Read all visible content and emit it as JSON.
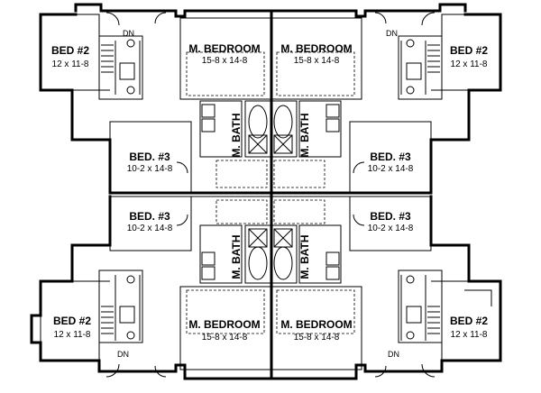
{
  "plan": {
    "units": [
      {
        "bed2": {
          "label": "BED #2",
          "dim": "12 x 11-8"
        },
        "master": {
          "label": "M. BEDROOM",
          "dim": "15-8 x 14-8"
        },
        "bath": {
          "label": "M. BATH"
        },
        "bed3": {
          "label": "BED. #3",
          "dim": "10-2 x 14-8"
        },
        "stair": {
          "label": "DN"
        }
      },
      {
        "bed2": {
          "label": "BED #2",
          "dim": "12 x 11-8"
        },
        "master": {
          "label": "M. BEDROOM",
          "dim": "15-8 x 14-8"
        },
        "bath": {
          "label": "M. BATH"
        },
        "bed3": {
          "label": "BED. #3",
          "dim": "10-2 x 14-8"
        },
        "stair": {
          "label": "DN"
        }
      },
      {
        "bed2": {
          "label": "BED #2",
          "dim": "12 x 11-8"
        },
        "master": {
          "label": "M. BEDROOM",
          "dim": "15-8 x 14-8"
        },
        "bath": {
          "label": "M. BATH"
        },
        "bed3": {
          "label": "BED. #3",
          "dim": "10-2 x 14-8"
        },
        "stair": {
          "label": "DN"
        }
      },
      {
        "bed2": {
          "label": "BED #2",
          "dim": "12 x 11-8"
        },
        "master": {
          "label": "M. BEDROOM",
          "dim": "15-8 x 14-8"
        },
        "bath": {
          "label": "M. BATH"
        },
        "bed3": {
          "label": "BED. #3",
          "dim": "10-2 x 14-8"
        },
        "stair": {
          "label": "DN"
        }
      }
    ]
  }
}
